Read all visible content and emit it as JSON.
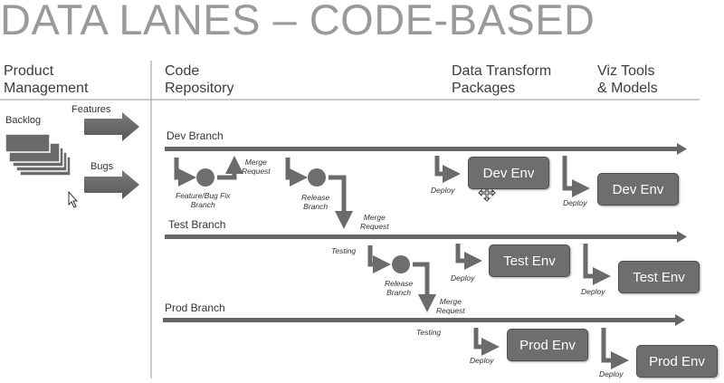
{
  "title": "DATA LANES – CODE-BASED",
  "columns": {
    "product_management": "Product\nManagement",
    "code_repository": "Code\nRepository",
    "data_transform": "Data Transform\nPackages",
    "viz_tools": "Viz Tools\n& Models"
  },
  "product": {
    "backlog": "Backlog",
    "features": "Features",
    "bugs": "Bugs"
  },
  "branches": {
    "dev": "Dev Branch",
    "test": "Test Branch",
    "prod": "Prod Branch"
  },
  "flow_labels": {
    "merge_request": "Merge\nRequest",
    "feature_bug_fix_branch": "Feature/Bug Fix\nBranch",
    "release_branch": "Release\nBranch",
    "testing": "Testing",
    "deploy": "Deploy"
  },
  "environments": {
    "dev": "Dev Env",
    "test": "Test Env",
    "prod": "Prod Env"
  },
  "colors": {
    "arrow": "#6b6b6b",
    "box": "#6e6e6e",
    "title": "#9a9a9a"
  }
}
